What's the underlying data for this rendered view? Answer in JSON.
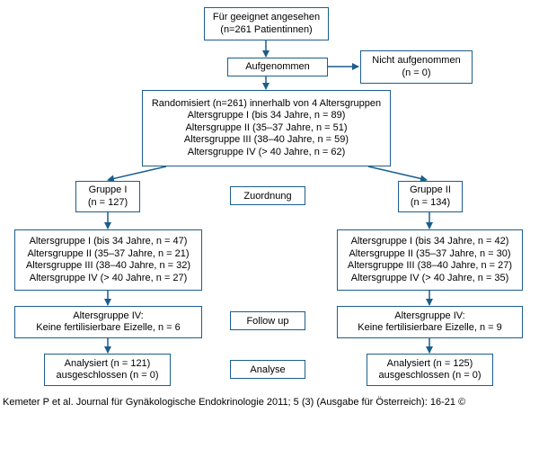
{
  "boxes": {
    "eligible": [
      "Für geeignet angesehen",
      "(n=261 Patientinnen)"
    ],
    "enrolled": [
      "Aufgenommen"
    ],
    "excluded": [
      "Nicht aufgenommen",
      "(n = 0)"
    ],
    "randomised": [
      "Randomisiert (n=261) innerhalb von 4  Altersgruppen",
      "Altersgruppe I (bis 34 Jahre, n = 89)",
      "Altersgruppe II (35–37 Jahre, n = 51)",
      "Altersgruppe III (38–40 Jahre, n = 59)",
      "Altersgruppe IV (> 40 Jahre, n = 62)"
    ],
    "group1": [
      "Gruppe I",
      "(n = 127)"
    ],
    "group2": [
      "Gruppe II",
      "(n = 134)"
    ],
    "ages1": [
      "Altersgruppe I (bis 34 Jahre, n = 47)",
      "Altersgruppe II (35–37 Jahre, n = 21)",
      "Altersgruppe III (38–40 Jahre, n = 32)",
      "Altersgruppe IV (> 40 Jahre, n = 27)"
    ],
    "ages2": [
      "Altersgruppe I (bis 34 Jahre, n = 42)",
      "Altersgruppe II (35–37 Jahre, n = 30)",
      "Altersgruppe III (38–40 Jahre, n = 27)",
      "Altersgruppe IV (> 40 Jahre, n = 35)"
    ],
    "followup1": [
      "Altersgruppe IV:",
      "Keine fertilisierbare Eizelle, n = 6"
    ],
    "followup2": [
      "Altersgruppe IV:",
      "Keine fertilisierbare Eizelle, n = 9"
    ],
    "analysed1": [
      "Analysiert (n = 121)",
      "ausgeschlossen (n = 0)"
    ],
    "analysed2": [
      "Analysiert (n = 125)",
      "ausgeschlossen (n = 0)"
    ]
  },
  "stage_labels": {
    "allocation": "Zuordnung",
    "followup": "Follow up",
    "analysis": "Analyse"
  },
  "credit": "Kemeter P et al. Journal für Gynäkologische Endokrinologie 2011; 5 (3) (Ausgabe für Österreich): 16-21 ©",
  "colors": {
    "line": "#1b5e8c"
  }
}
